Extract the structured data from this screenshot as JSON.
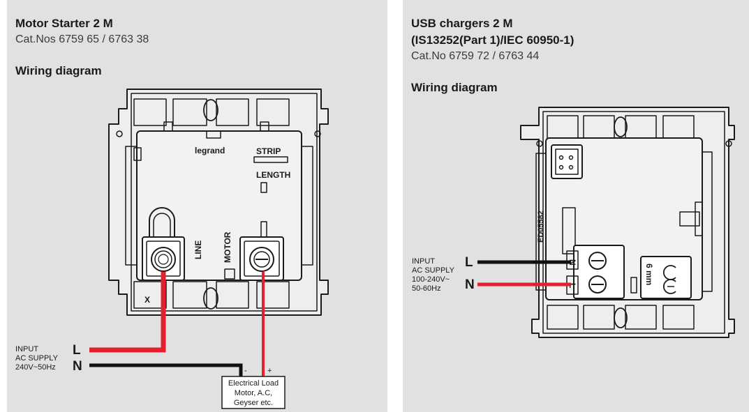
{
  "left": {
    "title": "Motor Starter 2 M",
    "catalog": "Cat.Nos 6759 65 / 6763 38",
    "section": "Wiring diagram",
    "brand": "legrand",
    "strip": "STRIP",
    "length": "LENGTH",
    "terminal_line": "LINE",
    "terminal_motor": "MOTOR",
    "x_mark": "X",
    "input": [
      "INPUT",
      "AC SUPPLY",
      "240V~50Hz"
    ],
    "wire_l": "L",
    "wire_n": "N",
    "minus": "-",
    "plus": "+",
    "load": [
      "Electrical Load",
      "Motor, A.C,",
      "Geyser etc."
    ]
  },
  "right": {
    "title": "USB chargers 2 M",
    "standard": "(IS13252(Part 1)/IEC 60950-1)",
    "catalog": "Cat.No 6759 72 / 6763 44",
    "section": "Wiring diagram",
    "code": "ED05582",
    "input": [
      "INPUT",
      "AC SUPPLY",
      "100-240V~",
      "50-60Hz"
    ],
    "wire_l": "L",
    "wire_n": "N",
    "term_n": "N",
    "term_l": "L",
    "strip_mm": "6 mm"
  },
  "colors": {
    "panel": "#e1e1e1",
    "wire_live": "#e3202b",
    "wire_neutral": "#111111",
    "outline": "#1a1a1a"
  }
}
